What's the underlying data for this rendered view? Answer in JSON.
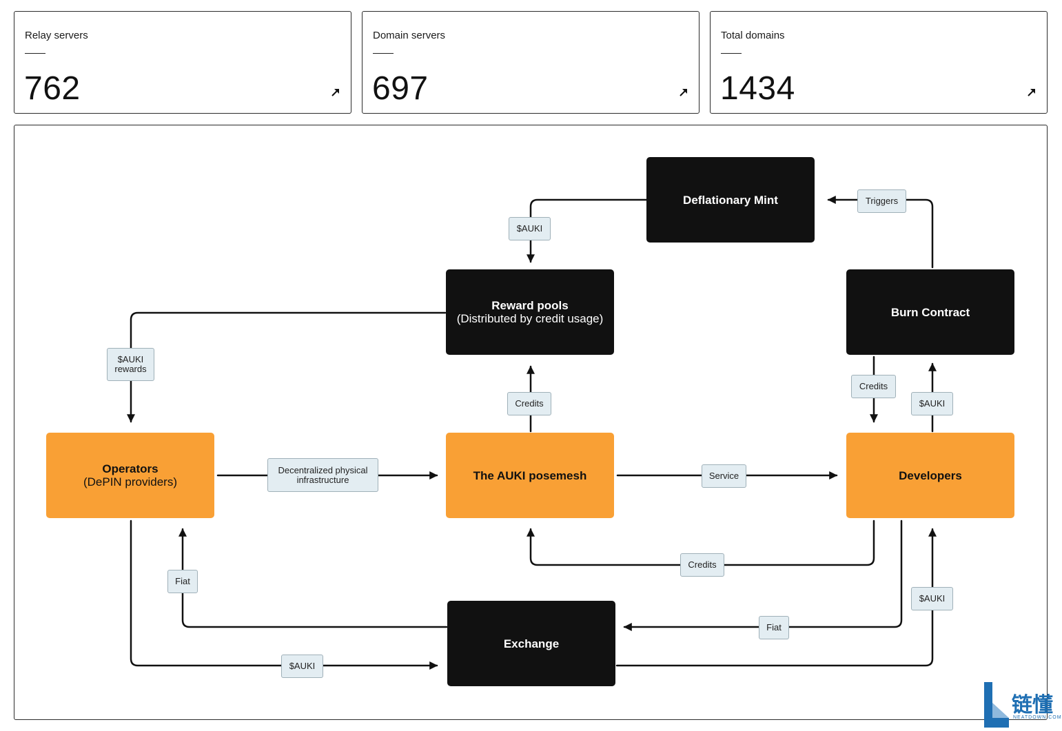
{
  "stats": [
    {
      "label": "Relay servers",
      "value": "762"
    },
    {
      "label": "Domain servers",
      "value": "697"
    },
    {
      "label": "Total domains",
      "value": "1434"
    }
  ],
  "diagram": {
    "nodes": {
      "deflationary_mint": {
        "title": "Deflationary Mint"
      },
      "reward_pools": {
        "title": "Reward pools",
        "sub": "(Distributed by credit usage)"
      },
      "burn_contract": {
        "title": "Burn Contract"
      },
      "operators": {
        "title": "Operators",
        "sub": "(DePIN providers)"
      },
      "posemesh": {
        "title": "The AUKI posemesh"
      },
      "developers": {
        "title": "Developers"
      },
      "exchange": {
        "title": "Exchange"
      }
    },
    "edge_labels": {
      "mint_to_pools": "$AUKI",
      "burn_triggers_mint": "Triggers",
      "pools_to_operators": "$AUKI rewards",
      "posemesh_to_pools": "Credits",
      "burn_to_developers": "Credits",
      "developers_to_burn": "$AUKI",
      "operators_to_posemesh": "Decentralized physical infrastructure",
      "posemesh_to_developers": "Service",
      "developers_to_posemesh": "Credits",
      "exchange_to_operators": "Fiat",
      "developers_to_exchange": "Fiat",
      "exchange_to_developers": "$AUKI",
      "operators_to_exchange": "$AUKI"
    }
  },
  "colors": {
    "dark_node": "#111111",
    "orange_node": "#f9a035",
    "label_fill": "#e3edf2"
  },
  "watermark": {
    "text": "链懂",
    "sub": "NEATDOWN.COM"
  }
}
